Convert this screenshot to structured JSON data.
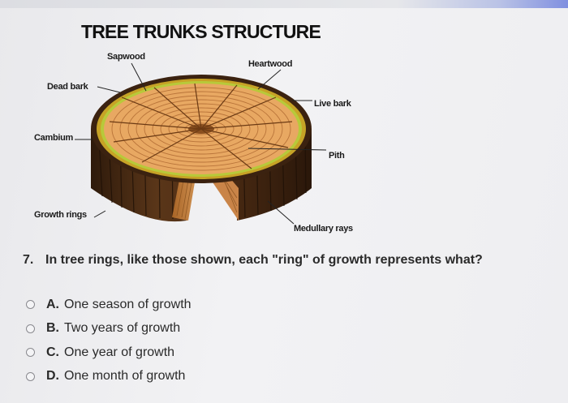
{
  "diagram": {
    "title": "TREE TRUNKS STRUCTURE",
    "labels": {
      "sapwood": "Sapwood",
      "heartwood": "Heartwood",
      "dead_bark": "Dead bark",
      "live_bark": "Live bark",
      "cambium": "Cambium",
      "pith": "Pith",
      "growth_rings": "Growth rings",
      "medullary_rays": "Medullary rays"
    },
    "colors": {
      "bark": "#4a2c14",
      "live_bark": "#c7a326",
      "cambium": "#b8c93a",
      "sapwood": "#e3a05c",
      "heartwood": "#d9884a",
      "cut_face": "#b8742f"
    }
  },
  "question": {
    "number": "7.",
    "text": "In tree rings, like those shown, each \"ring\" of growth represents what?"
  },
  "options": [
    {
      "letter": "A.",
      "text": "One season of growth"
    },
    {
      "letter": "B.",
      "text": "Two years of growth"
    },
    {
      "letter": "C.",
      "text": "One year of growth"
    },
    {
      "letter": "D.",
      "text": "One month of growth"
    }
  ]
}
